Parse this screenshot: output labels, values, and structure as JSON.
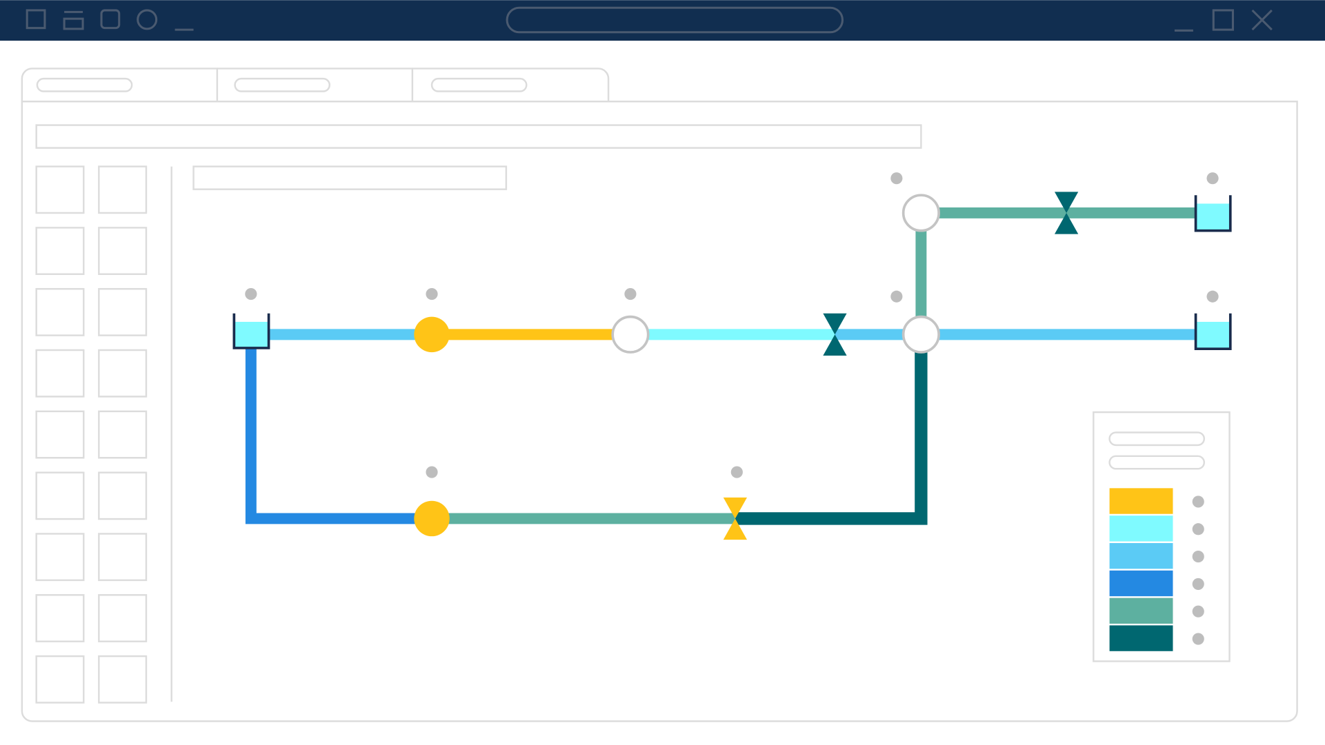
{
  "window": {
    "titlebar_color": "#112e50",
    "icons": [
      "square-icon",
      "window-icon",
      "rounded-square-icon",
      "circle-icon",
      "minimize-bar-icon"
    ],
    "controls": [
      "minimize-icon",
      "maximize-icon",
      "close-icon"
    ]
  },
  "tabs": {
    "count": 3
  },
  "sidebar": {
    "rows": 9,
    "columns": 2
  },
  "diagram": {
    "colors": {
      "yellow": "#ffc417",
      "cyan": "#7ffaff",
      "light_blue": "#5bcbf5",
      "blue": "#2489e2",
      "teal": "#5db0a0",
      "dark_teal": "#006770",
      "tank_outline": "#1a2c4d",
      "marker_grey": "#bdbdbd"
    }
  },
  "legend": {
    "swatches": [
      "#ffc417",
      "#7ffaff",
      "#5bcbf5",
      "#2489e2",
      "#5db0a0",
      "#006770"
    ]
  }
}
